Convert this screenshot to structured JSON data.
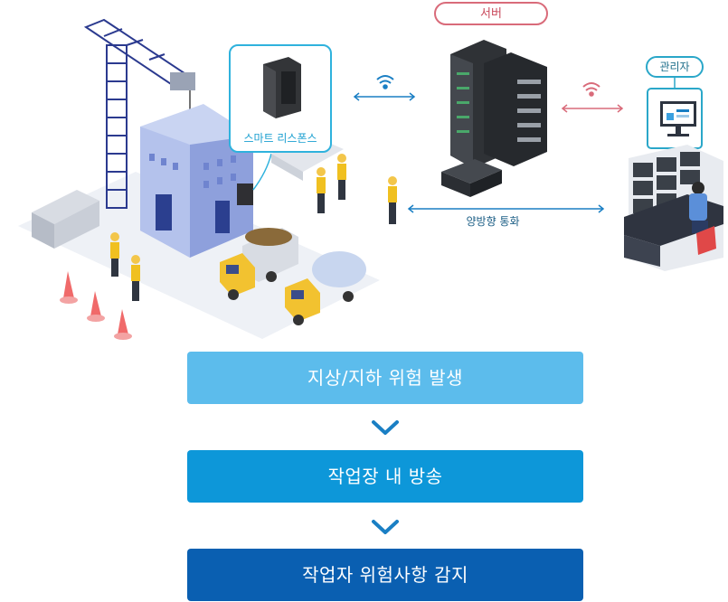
{
  "labels": {
    "server": "서버",
    "admin": "관리자",
    "device": "스마트 리스폰스",
    "two_way_call": "양방향 통화"
  },
  "flow": [
    {
      "label": "지상/지하 위험 발생"
    },
    {
      "label": "작업장 내 방송"
    },
    {
      "label": "작업자 위험사항 감지"
    }
  ],
  "colors": {
    "step1": "#5cbcec",
    "step2": "#0d97d9",
    "step3": "#0a5fb1",
    "arrow": "#1a7fc4",
    "server_accent": "#d96b7a",
    "admin_accent": "#2aa7c9"
  }
}
